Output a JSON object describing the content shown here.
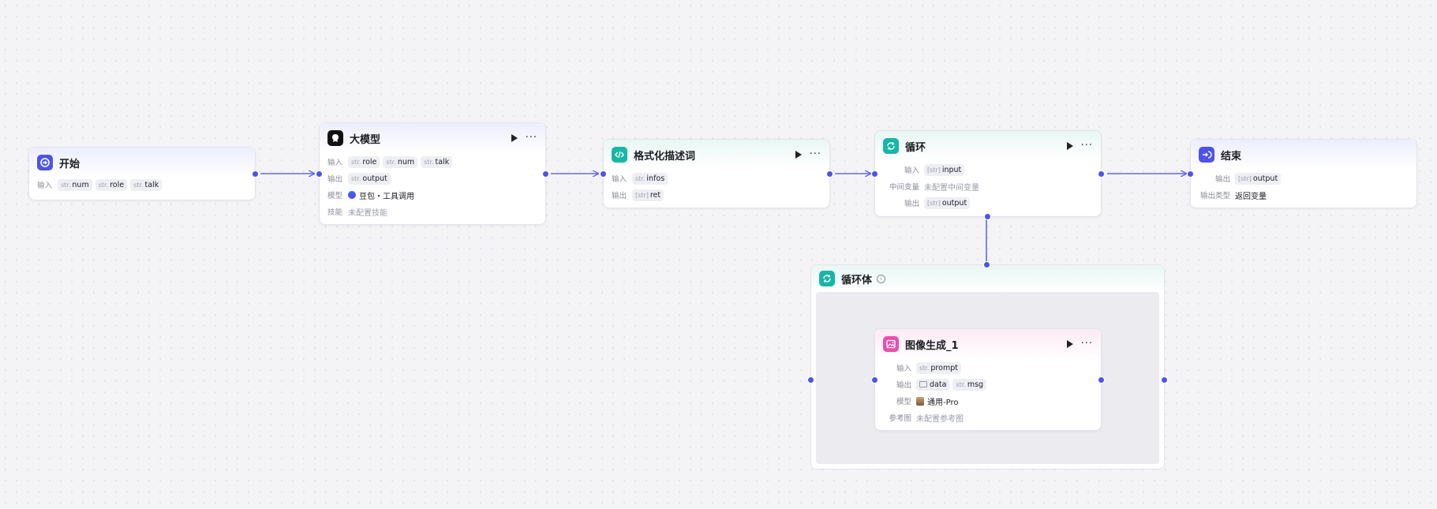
{
  "colors": {
    "accent": "#4d53e8",
    "teal": "#17b6a5",
    "pink": "#e84fae"
  },
  "labels": {
    "input": "输入",
    "output": "输出",
    "model": "模型",
    "skill": "技能",
    "intermediate": "中间变量",
    "output_type": "输出类型",
    "ref_image": "参考图"
  },
  "types": {
    "str": "str.",
    "arr": "[str]"
  },
  "nodes": {
    "start": {
      "title": "开始",
      "icon": "start-icon",
      "inputs": [
        "num",
        "role",
        "talk"
      ]
    },
    "llm": {
      "title": "大模型",
      "icon": "llm-icon",
      "inputs": [
        "role",
        "num",
        "talk"
      ],
      "outputs": [
        "output"
      ],
      "model": "豆包・工具调用",
      "skill": "未配置技能"
    },
    "format": {
      "title": "格式化描述词",
      "icon": "code-icon",
      "inputs": [
        "infos"
      ],
      "outputs": [
        "ret"
      ]
    },
    "loop": {
      "title": "循环",
      "icon": "loop-icon",
      "inputs": [
        "input"
      ],
      "intermediate": "未配置中间变量",
      "outputs": [
        "output"
      ]
    },
    "end": {
      "title": "结束",
      "icon": "end-icon",
      "outputs": [
        "output"
      ],
      "output_type": "返回变量"
    },
    "loop_body": {
      "title": "循环体",
      "icon": "loop-icon"
    },
    "image_gen": {
      "title": "图像生成_1",
      "icon": "image-icon",
      "inputs": [
        "prompt"
      ],
      "outputs": [
        "data",
        "msg"
      ],
      "model": "通用-Pro",
      "ref_image": "未配置参考图"
    }
  }
}
